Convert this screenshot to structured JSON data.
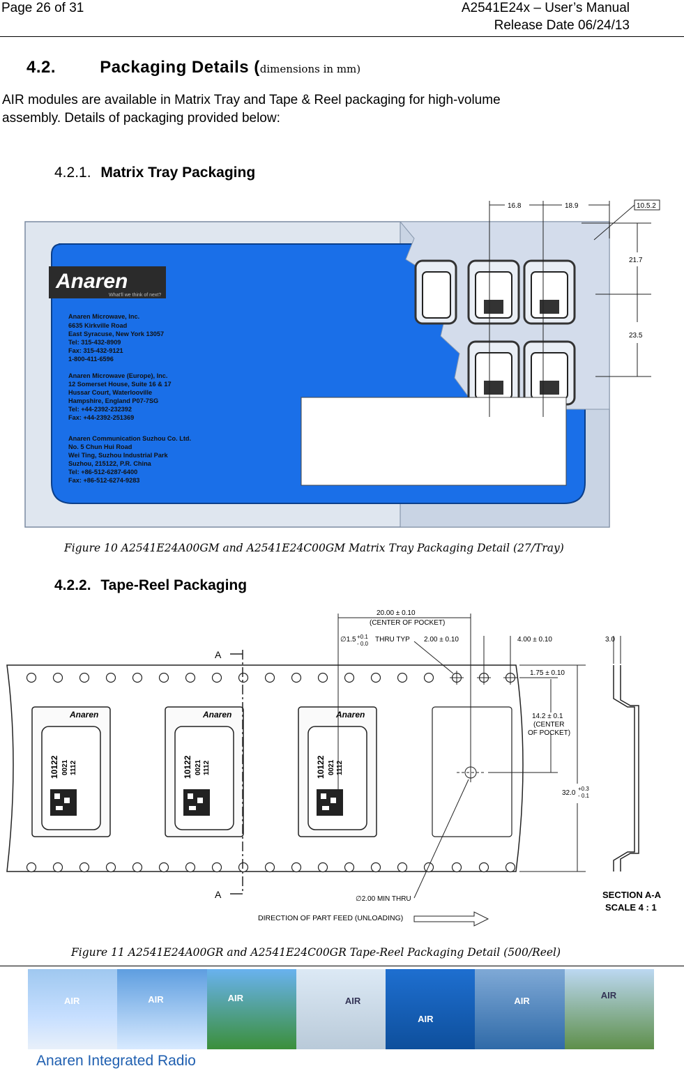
{
  "header": {
    "page": "Page 26 of 31",
    "doc_title": "A2541E24x – User’s Manual",
    "release": "Release Date 06/24/13"
  },
  "section": {
    "number": "4.2.",
    "title": "Packaging Details (",
    "title_sub": "dimensions in mm)",
    "intro_line1": "AIR modules are available in Matrix Tray and Tape & Reel packaging for high-volume",
    "intro_line2": "assembly.  Details of packaging provided below:"
  },
  "tray": {
    "number": "4.2.1.",
    "title": "Matrix Tray Packaging",
    "dims": {
      "d1": "16.8",
      "d2": "18.9",
      "d3": "10.5.2",
      "d4": "21.7",
      "d5": "23.5"
    },
    "logo": "Anaren",
    "tagline": "What'll we think of next?",
    "address_lines": [
      "Anaren Microwave, Inc.",
      "6635 Kirkville Road",
      "East Syracuse, New York 13057",
      "Tel: 315-432-8909",
      "Fax: 315-432-9121",
      "1-800-411-6596",
      "",
      "Anaren Microwave (Europe), Inc.",
      "12 Somerset House, Suite 16 & 17",
      "Hussar Court, Waterlooville",
      "Hampshire, England P07-7SG",
      "Tel: +44-2392-232392",
      "Fax: +44-2392-251369",
      "",
      "Anaren Communication Suzhou Co. Ltd.",
      "No. 5 Chun Hui Road",
      "Wei Ting, Suzhou Industrial Park",
      "Suzhou, 215122, P.R. China",
      "Tel: +86-512-6287-6400",
      "Fax: +86-512-6274-9283"
    ],
    "caption": "Figure 10 A2541E24A00GM and A2541E24C00GM Matrix Tray Packaging Detail (27/Tray)"
  },
  "reel": {
    "number": "4.2.2.",
    "title": "Tape-Reel Packaging",
    "module_logo": "Anaren",
    "module_codes": [
      "10122",
      "0021",
      "1112"
    ],
    "dims": {
      "pitch_value": "20.00 ± 0.10",
      "pitch_note": "(CENTER OF POCKET)",
      "hole_dia": "∅1.5",
      "hole_tol_plus": "+0.1",
      "hole_tol_minus": "- 0.0",
      "thru_typ": "THRU TYP",
      "d2": "2.00 ± 0.10",
      "d4": "4.00 ± 0.10",
      "d175": "1.75 ± 0.10",
      "d142": "14.2 ± 0.1",
      "d142_note1": "(CENTER",
      "d142_note2": "OF POCKET)",
      "d32": "32.0",
      "d32_plus": "+0.3",
      "d32_minus": "- 0.1",
      "d3": "3.0",
      "min_thru": "∅2.00 MIN THRU",
      "section_label": "A",
      "direction": "DIRECTION OF PART FEED (UNLOADING)",
      "section_title": "SECTION A-A",
      "scale": "SCALE 4 : 1"
    },
    "caption": "Figure 11 A2541E24A00GR and A2541E24C00GR Tape-Reel Packaging Detail (500/Reel)"
  },
  "footer": {
    "banner_label": "AIR",
    "brand": "Anaren Integrated Radio"
  }
}
